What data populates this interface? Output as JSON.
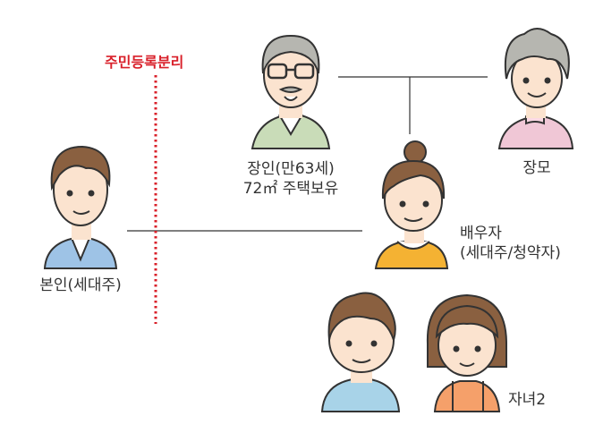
{
  "separation": {
    "label": "주민등록분리",
    "color": "#d9202a"
  },
  "people": {
    "father_in_law": {
      "line1": "장인(만63세)",
      "line2": "72㎡ 주택보유",
      "shirt_color": "#c9dcb8"
    },
    "mother_in_law": {
      "label": "장모",
      "shirt_color": "#f0c7d6"
    },
    "self": {
      "label": "본인(세대주)",
      "shirt_color": "#9ec3e6"
    },
    "spouse": {
      "line1": "배우자",
      "line2": "(세대주/청약자)",
      "shirt_color": "#f4b233"
    },
    "children": {
      "label": "자녀2",
      "boy_shirt_color": "#a8d3e8",
      "girl_shirt_color": "#f5a06a"
    }
  },
  "colors": {
    "skin": "#fbe3cf",
    "line": "#333333",
    "hair_brown": "#8a6040",
    "hair_gray": "#b6b6b0"
  }
}
